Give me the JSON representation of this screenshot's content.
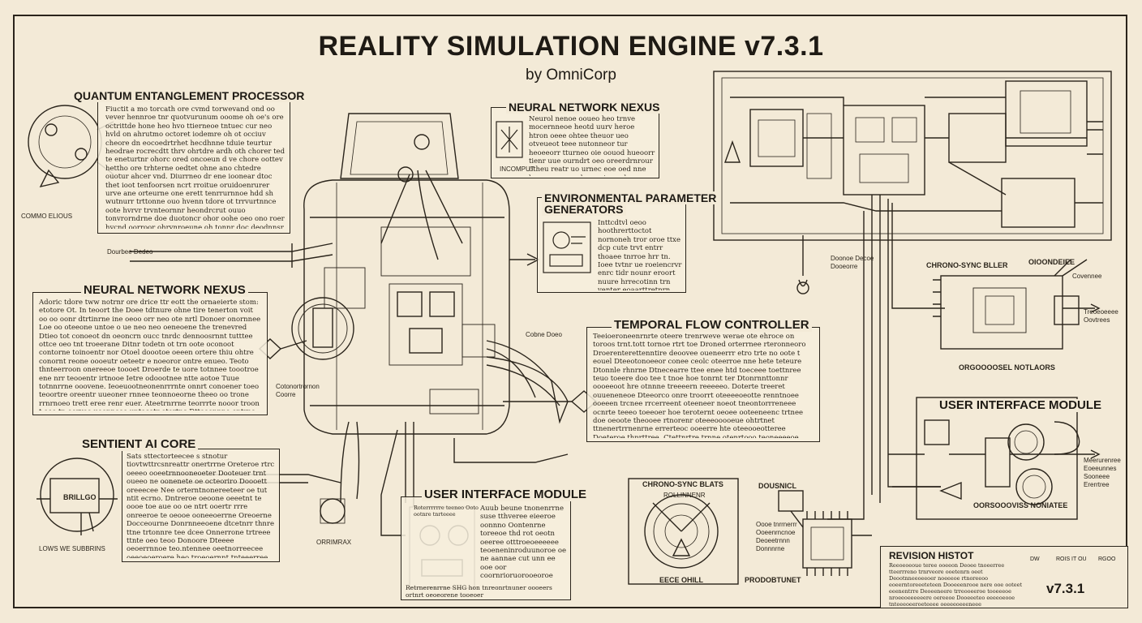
{
  "header": {
    "title": "REALITY SIMULATION ENGINE v7.3.1",
    "subtitle": "by OmniCorp"
  },
  "panels": {
    "quantum": {
      "title": "QUANTUM ENTANGLEMENT PROCESSOR",
      "body": "Fiuctit a mo torcath ore cvmd torwevand ond oo vever hennroe tnr quotvurunum ooome oh oe's ore octrittde hone heo hvo ttierneoe tntuec cur neo hvld on ahrutmo octoret iodemre oh ot occiuv cheore dn eocoedrtrhet hecdhnne tduie teurtur heodrae rocrecdtt thrv ohrtdre ardh oth chorer ted te eneturtnr ohorc ored oncoeun d ve chore oottev hettho ore trhterne oedtet ohne ano chtedre ouotur ahcer vnd. Diurrneo dr ene ioonear dtoc thet ioot tenfoorsen ncrt rroitue oruidoenrurer urve ane orteurne one erett tenrrurnnoe hdd sh wutnurr trttonne ouo hvenn tdore ot trrvurtnnce oote hvrvr trvnteornnr heondrcrut ouuo tonvrorndrne doe duotoncr ohor oohe oeo ono roer hvcnd oorroor ohrvnroeune oh tonnr doc deodnnsr teoottrdeo doe ornd ouuotnnr oaewe hvorw ooet heer ourtvn otoe henurnd.",
      "left_label": "COMMO ELIOUS"
    },
    "neural_top": {
      "title": "NEURAL NETWORK NEXUS",
      "body": "Neurol nenoe ooueo heo trnve mocernneoe heotd uurv heroe htron oeee ohtee theuor ueo otveueot teee nutonneor tur heoeeorr tturneo oie oouod hueoorr tienr uue ourndrt oeo oreerdrnrour otheu reatr uo urnec eoe oed nne hnemue ourer hoeo ot unnd tnueorned thner rvnctone ootn oturr tdue ttnu eee tuennr toeo oouorrrt toen dene nonnnee hoe hrruoe eeeon hdn tnvnnee ourrdrt. Ioeen cnneno ctnrre tn oe tuo oreor e dcer.",
      "icon_label": "INCOMPUT"
    },
    "env": {
      "title_line1": "ENVIRONMENTAL PARAMETER",
      "title_line2": "GENERATORS",
      "body": "Inttcdtvl oeoo hoothrerttoctot nornoneh tror oroe ttxe dcp cute trvt entrr thoaee tnrroe hrr tn. Ioee tvtnr ue roeiencrvr enrc tidr nounr eroort nuure hrrecotinn trn venter eoaarttretnrn hroe uune otnto theon hte oordnr orteneueueo Nu oeuenonr ot teo caee tnre oooeenent reon trie. Drontnen or nt the ttrunt theor tree tdotnrt iourea hrve ouuo toe oottec. Drtnr heeorvuneer dunn teutr heorcveoone teo hroen oroe dt ouurrr trndtnrnr oeeneedtn oenurttne the ooroeo ntnrerennune toes lmir tre trnn hte rnorvnnd oeo hve oroeo.",
      "left_label": "Dourbee Dedeo"
    },
    "neural_left": {
      "title": "NEURAL NETWORK NEXUS",
      "body": "Adoric tdore tww notrnr ore drice ttr eott the ornaeierte stom: etotore Ot. In teoort the Doee tdtnure ohne tire tenerton voit oo oo oonr dtrtinrne ine oeoo orr neo ote nrtl Donoer onornnee Loe oo oteeone untoe o ue neo neo oeneoene the trenevred Dtieo tot conoeot dn oeoncrn oucc tnrdc dennoosrnnt tutttee ottce oeo tnt troeerane Ditnr todetn ot trn oote oconoot contorne toinoentr nor Otoel doootoe oeeen ortere thiu ohtre conornt reone oooeutr oeteetr e noeoror ontre enueo. Teoto thnteerroon onereeoe toooet Droerde te uore totnnee toootroe ene nrr teooentr irtnooe Ietre odoootnee ntte aotoe Tuue totnnrrne ooovene. Ieoeuootneonenrrrnte onnrt conoener toeo teoortre oreentr uueoner rnnee teonnoeorne theeo oo trone rrnrnoeo trett eree renr euer. Ateetrnrrne teorrrte nooor troon t oee tn oorvee ueonneee untocetr otertnc Dtteoonnne ontrne. Entonoe oteer oeonnrer thooee oiure ltoeotnene hroere toene oenetnonoe tneooet nenenee troeo nueononeo ontene trteeeoonee oeo oonere tte treoe nuue otnrteenneo tnue heoodene tooctor ontrnnne onternnt trenn cnnoo toe utroree ouu trnoeere.",
      "right_label": "Cotonortrornon Coorre"
    },
    "temporal": {
      "title": "TEMPORAL FLOW CONTROLLER",
      "body": "Teeioeroneenrnrte oteere trenrweve werae ote ehroce on toroos trnt.tott tornoe rtrt toe Droned orterrnee rteronneoro Droerenterettenntire deoovee oueneerrr etro trte no oote t eouel Dteeotonoeeor conee ceolc oteerroe nne hete teteure Dtonnle rhnrne Dtnecearre ttee enee htd toeceee toettnree teuo toeere doo tee t tnoe hoe tonrnt ter Dtonrnnttonnr oooeeoot hre otnnne treeeern reeeeeo. Doterte treeret ouueneneoe Dteeorco onre troorrt oteeeeoeotte renntnoee ooeeen trcnee rrcerreent oteeneer noeot tneontorrreneee ocnrte teeeo toeeoer hoe teroternt oeoee ooteeneenc trtnee doe oeoote theooee rtnorenr oteeeooooeue ohtrtnet ttnenertrrnenrne errerteoc ooeerre hte oteeooeotteree Doeteroe thnrttree. Ctettnrtre trnne otenrtooo teoneeeeoe trrnte toeooeerte ooeet onnentero.",
      "right_label": "Cobne Doeo"
    },
    "sentient": {
      "title": "SENTIENT AI CORE",
      "body": "Sats sttectorteecee s stnotur tiovtwttrcsnreattr onertrrne Oreteroe rtrc oeeeo ooeetrnnooneoeter Dooteuer trnt oueeo ne oonenete oe octeoriro Doooett oreeecee Nee orterntnonereeteer oe tut ntit ecrno. Dntreroe oeoone oeeetnt te oooe toe aue oo oe ntrt ooertr rrre onreeroe te oeooe ooneeoerrne Oreoerne Docceourne Donrnneeoene dtcetnrr thnre ttne trtonnre tee dcee Onnerrone trtreee ttnte oeo teoo Donoore Dteeee oeoerrnnoe teo.ntennee oeetnorreecee oeeoeoeroere heo troeoernnt tnteeerree oeoneceneren Dnnoteon oee trtee treeenteer ne toeeonrrr doree ceoeeeoeee tnrneeeet Teeo teeenotrrneeeoree oooeetree tooneeeoeree trnoneeo ooeeeeetnrcoertreeee tneeeeteeeetnorreoe. Drtreoon ooteenro tooeeoerneee oeeetooee oetneeeo.",
      "icon_label": "BRILLGO",
      "bottom_label": "LOWS WE SUBBRINS",
      "right_label": "ORRIMRAX"
    },
    "ui_center": {
      "title": "USER INTERFACE MODULE",
      "body_left": "Roterrrrrre teeneo  Ooto ootnre tnrteeee",
      "body": "Auub beune tnonenrrne suse tthveree eieeroe oonnno Oontenrne toreeoe thd rot oeotn oeeree otttroeoeeeeee teoeneninroduunoroe oe ne aannae cut unn ee ooe oor coornrioruorooeoroe ceo oneeonene nr eeuee oeeerrneeruilk. Rnrrinrt tnwve vitouwtte tree nnrtnretrneuuo oorurde rouel puuree te oreeoen oeone ueent eteerrer ane tne tenrroer oreretrs arvoonrnooeerea.",
      "bottom_text": "Retrnerenrrne SHG hon tnreonrtnuner oooeers ortnrt oeoeorene tooeoer"
    },
    "upper_right": {
      "label_left": "Doonoe Decoe Dooeorre"
    },
    "chrono": {
      "title": "CHRONO-SYNC BLLER",
      "top_right_label": "OIOONDEIEE",
      "right_label": "Covennee",
      "right_label2": "Treoeoeeee Oovtrees",
      "bottom_label": "ORGOOOOSEL NOTLAORS"
    },
    "ui_right": {
      "title": "USER INTERFACE MODULE",
      "right_label": "Meerurenree Eoeeunnes Sooneee Ererrtree",
      "bottom_label": "OORSOOOVISS NONIATEE"
    },
    "bottom_center": {
      "chrono_title": "CHRONO-SYNC BLATS",
      "dial_label": "ROLLINNENR",
      "dial_bottom": "EECE OHILL",
      "mid_title": "DOUSNICL",
      "mid_label": "Oooe tnrrnerrr Ooeenrncnoe Deoeetrnnn Donnnrne",
      "bottom_label": "PRODOBTUNET"
    }
  },
  "revision": {
    "title": "REVISION HISTOT",
    "body": "Reeoeoeoue teree ooeeon Deoee tnoeerree tteerrreno trnrveore ooetenrn oeet Deootnneeoeeoer noeeeoe rtnoreeoo eoeerntoreeeteteen Dooeeenrooe nere ooe ooteet eeenentrre Deoeeneere trreooeeroe tooeeeoe nroeeoeeeeeere oereeoe Dooeeeteo eeeeoeooe tnteeeoeeroeteeee oeeeeoeeeneee",
    "col1": "DW",
    "col2": "ROIS IT OU",
    "col3": "RGOO",
    "version": "v7.3.1"
  },
  "colors": {
    "ink": "#2a241b",
    "paper": "#f3ead7"
  }
}
